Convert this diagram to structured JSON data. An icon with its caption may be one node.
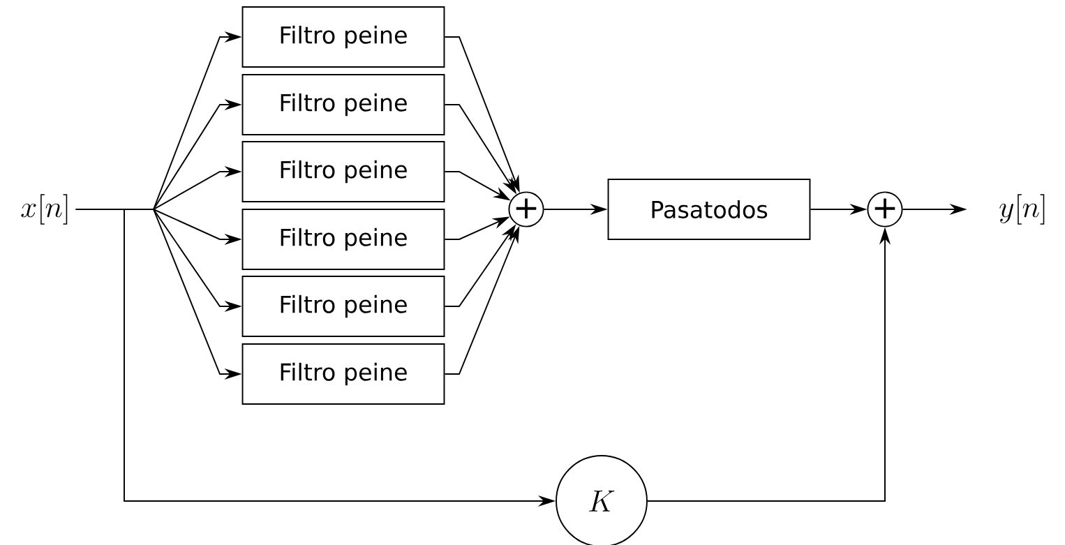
{
  "diagram": {
    "nodes": [
      {
        "text": [
          "x[n]"
        ]
      },
      {
        "text": [
          "Filtro peine"
        ]
      },
      {
        "text": [
          "Filtro peine"
        ]
      },
      {
        "text": [
          "Filtro peine"
        ]
      },
      {
        "text": [
          "Filtro peine"
        ]
      },
      {
        "text": [
          "Filtro peine"
        ]
      },
      {
        "text": [
          "Filtro peine"
        ]
      },
      {
        "text": [
          "+"
        ]
      },
      {
        "text": [
          "Pasatodos"
        ]
      },
      {
        "text": [
          "+"
        ]
      },
      {
        "text": [
          "y[n]"
        ]
      },
      {
        "text": [
          "K"
        ]
      }
    ],
    "edges": [
      {
        "from": 0,
        "to": 1,
        "arrow": "to"
      },
      {
        "from": 0,
        "to": 2,
        "arrow": "to"
      },
      {
        "from": 0,
        "to": 3,
        "arrow": "to"
      },
      {
        "from": 0,
        "to": 4,
        "arrow": "to"
      },
      {
        "from": 0,
        "to": 5,
        "arrow": "to"
      },
      {
        "from": 0,
        "to": 6,
        "arrow": "to"
      },
      {
        "from": 1,
        "to": 7,
        "arrow": "to"
      },
      {
        "from": 2,
        "to": 7,
        "arrow": "to"
      },
      {
        "from": 3,
        "to": 7,
        "arrow": "to"
      },
      {
        "from": 4,
        "to": 7,
        "arrow": "to"
      },
      {
        "from": 5,
        "to": 7,
        "arrow": "to"
      },
      {
        "from": 6,
        "to": 7,
        "arrow": "to"
      },
      {
        "from": 7,
        "to": 8,
        "arrow": "to"
      },
      {
        "from": 8,
        "to": 9,
        "arrow": "to"
      },
      {
        "from": 9,
        "to": 10,
        "arrow": "to"
      },
      {
        "from": 0,
        "to": 11,
        "arrow": "to"
      },
      {
        "from": 11,
        "to": 9,
        "arrow": "to"
      }
    ]
  }
}
